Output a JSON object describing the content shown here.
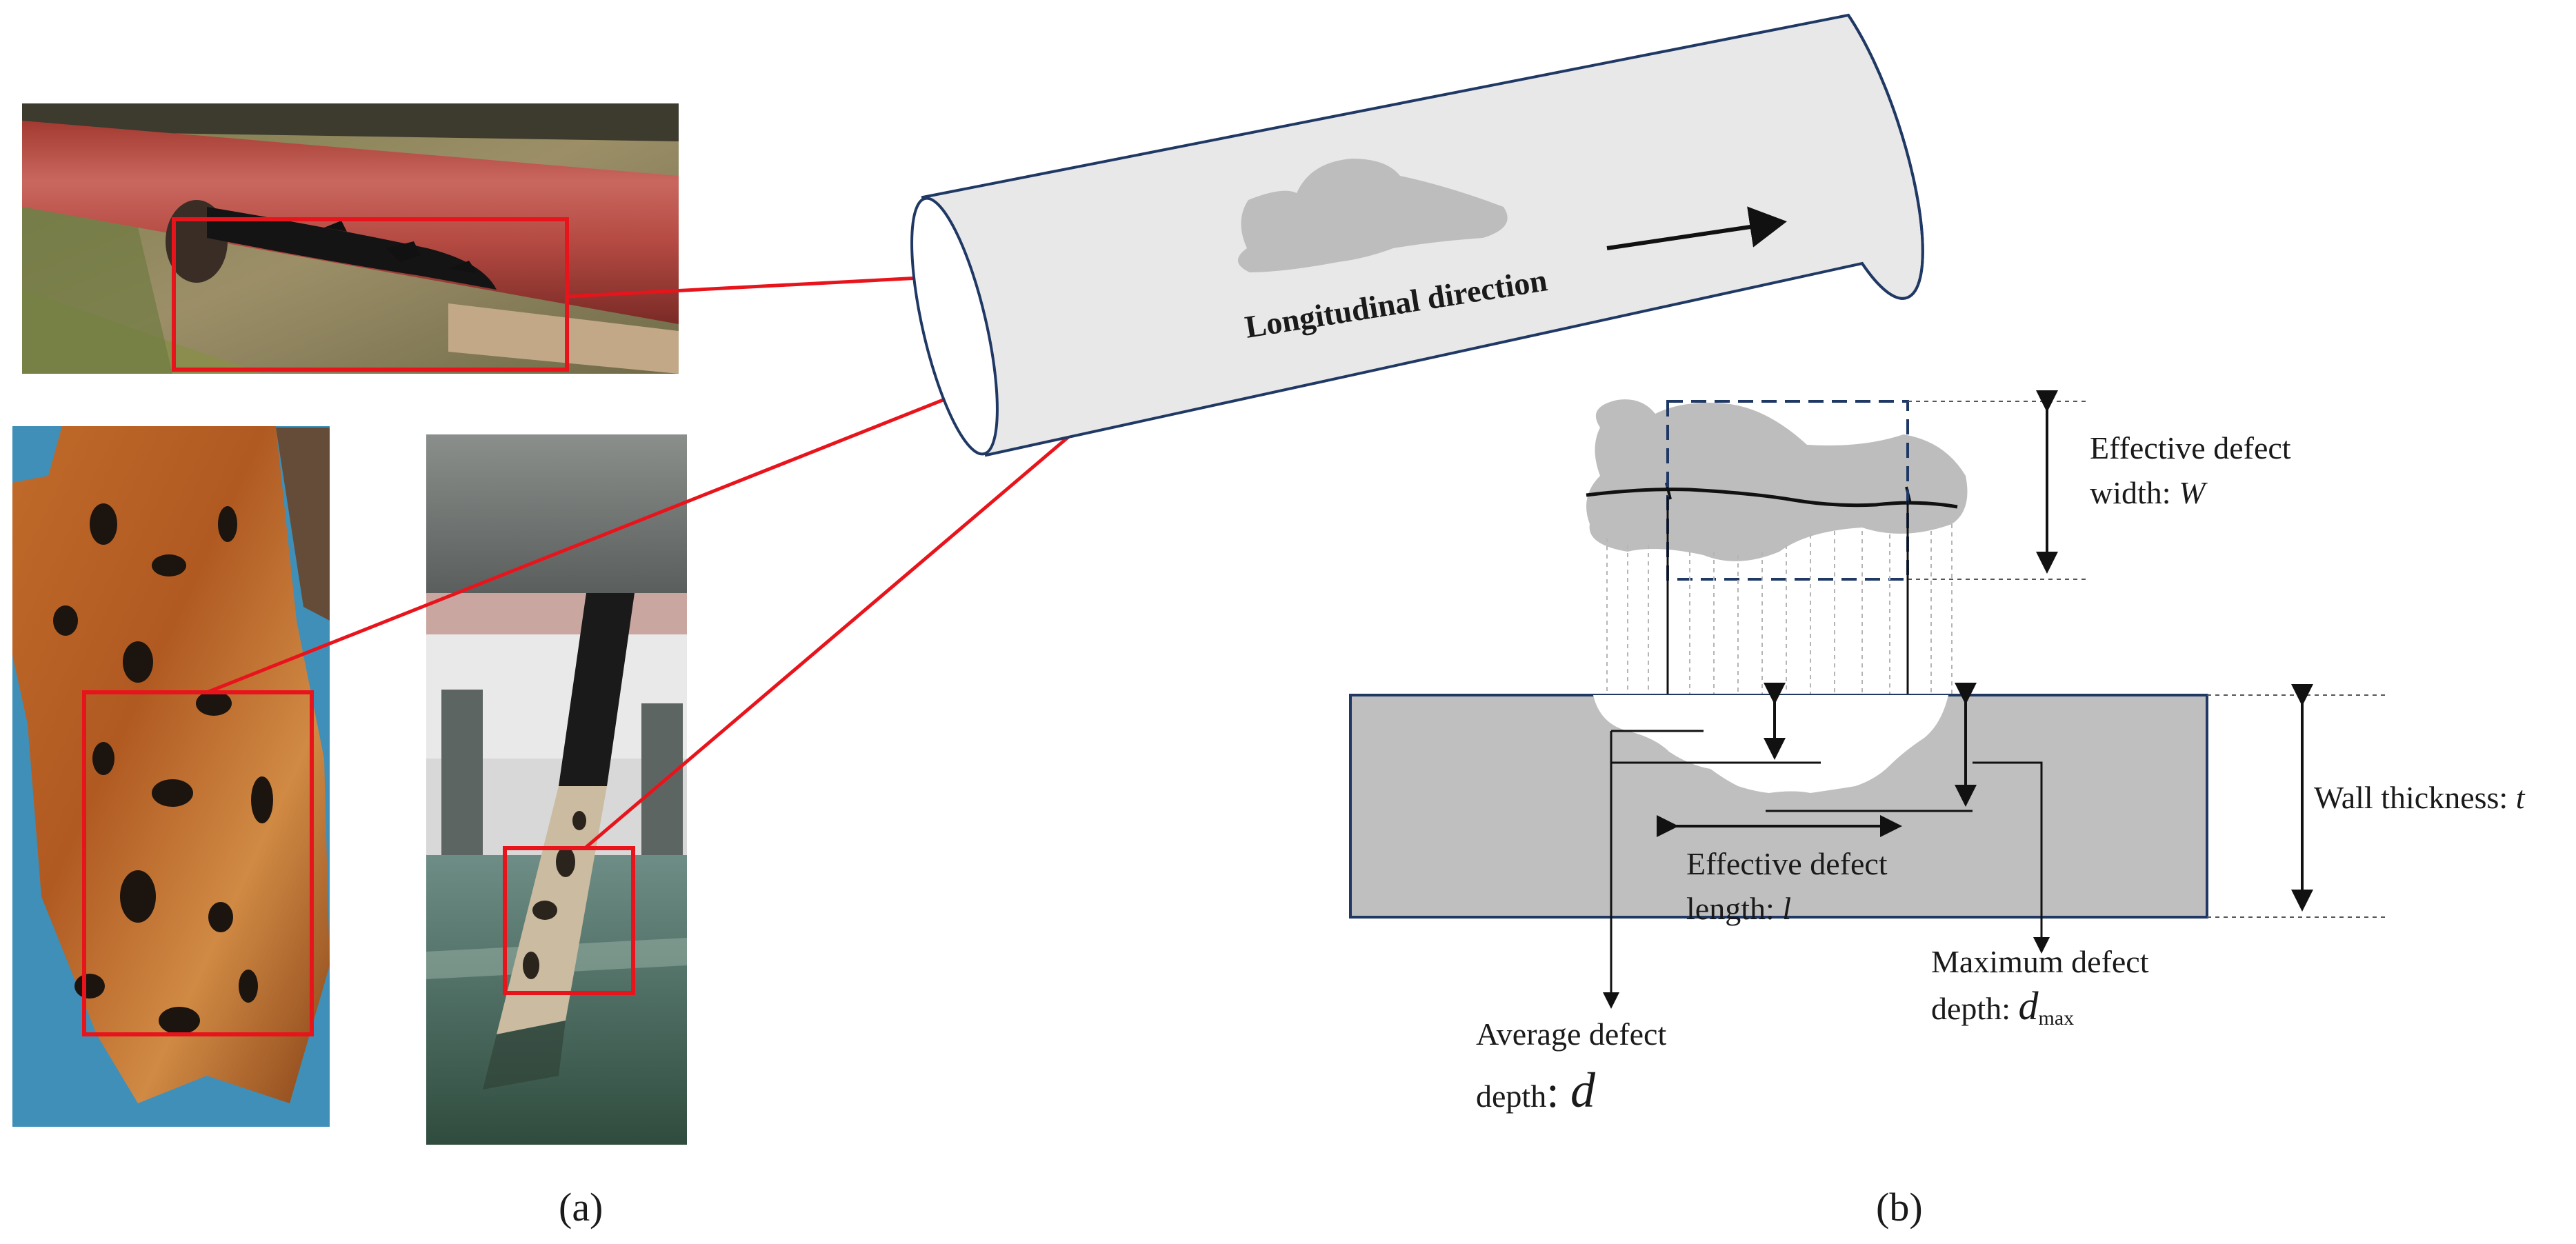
{
  "panel_a": {
    "caption": "(a)",
    "photos": [
      {
        "name": "photo-red-pipeline",
        "subject": "red-painted pipeline with peeling coating"
      },
      {
        "name": "photo-rusted-plate",
        "subject": "heavily rusted steel plate on blue tarp"
      },
      {
        "name": "photo-pile-in-water",
        "subject": "corroded pile under bridge in water"
      }
    ],
    "colors": {
      "highlight_box": "#e8141c",
      "arrow": "#e8141c"
    }
  },
  "panel_b": {
    "caption": "(b)",
    "direction_label": "Longitudinal direction",
    "width_label": {
      "line1": "Effective defect",
      "line2": "width: ",
      "symbol": "W"
    },
    "thickness_label": {
      "text": "Wall thickness: ",
      "symbol": "t"
    },
    "length_label": {
      "line1": "Effective defect",
      "line2": "length: ",
      "symbol": "l"
    },
    "max_depth_label": {
      "line1": "Maximum defect",
      "line2": "depth: ",
      "symbol": "d",
      "subscript": "max"
    },
    "avg_depth_label": {
      "line1": "Average defect",
      "line2": "depth",
      "colon": ": ",
      "symbol": "d"
    },
    "colors": {
      "pipe_fill": "#e8e8e8",
      "pipe_stroke": "#1f3864",
      "defect_fill": "#bdbdbd",
      "wall_fill": "#bfbfbf",
      "dashed_box": "#1f3864"
    }
  }
}
